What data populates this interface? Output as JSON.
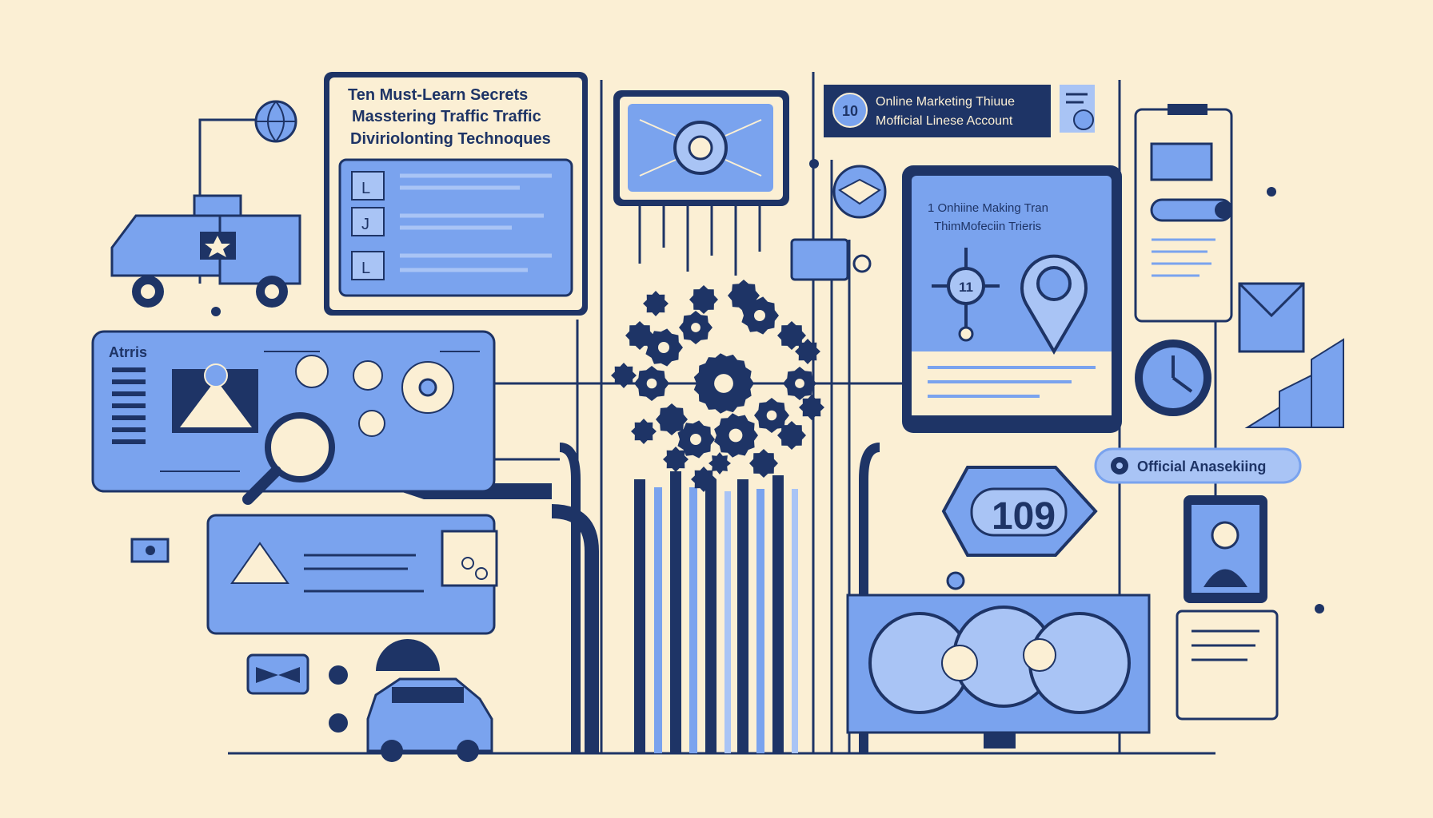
{
  "headline": {
    "line1": "Ten Must-Learn Secrets",
    "line2": "Masstering Traffic Traffic",
    "line3": "Diviriolonting Technoques"
  },
  "header_badge": {
    "number": "10",
    "line1": "Online Marketing Thiuue",
    "line2": "Mofficial Linese Account"
  },
  "tablet": {
    "line1": "1 Onhiine Making Tran",
    "line2": "ThimMofeciin Trieris",
    "counter": "11"
  },
  "left_panel": {
    "label": "Atrris"
  },
  "count_badge": {
    "value": "109"
  },
  "pill_button": {
    "label": "Official Anasekiing"
  },
  "checklist": {
    "marks": [
      "L",
      "J",
      "L"
    ]
  },
  "colors": {
    "background": "#fbefd4",
    "navy": "#1e3466",
    "blue": "#7aa3ee",
    "light_blue": "#a9c4f5"
  }
}
